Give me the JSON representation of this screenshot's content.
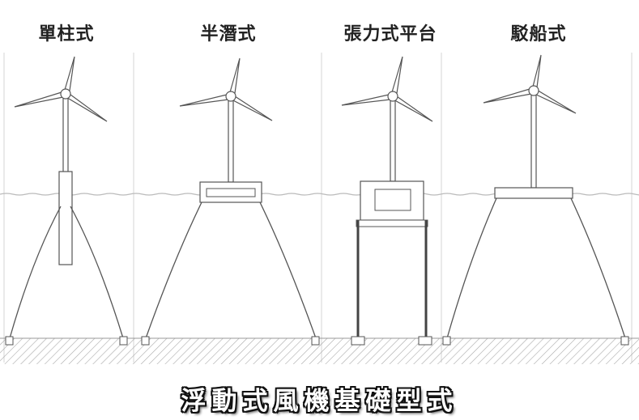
{
  "types": [
    {
      "label": "單柱式",
      "kind": "spar"
    },
    {
      "label": "半潛式",
      "kind": "semi-submersible"
    },
    {
      "label": "張力式平台",
      "kind": "tension-leg"
    },
    {
      "label": "駁船式",
      "kind": "barge"
    }
  ],
  "caption": "浮動式風機基礎型式",
  "colors": {
    "line": "#555555",
    "water": "#bbbbbb",
    "seabed": "#999999",
    "text": "#222222"
  }
}
